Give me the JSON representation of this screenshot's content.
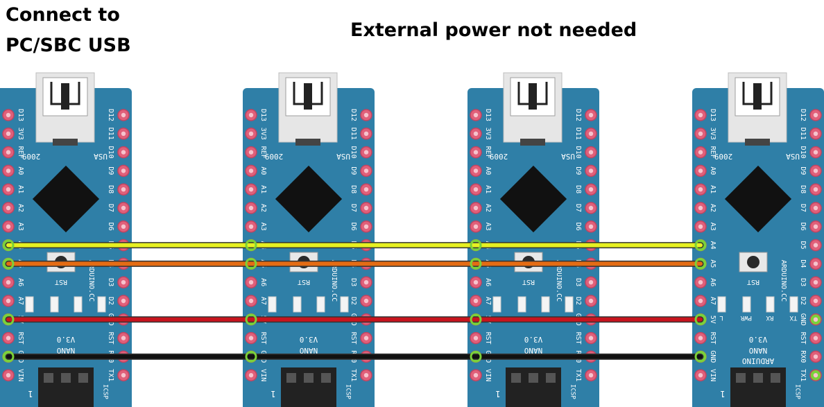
{
  "headings": {
    "left_line1": "Connect to",
    "left_line2": "PC/SBC USB",
    "right": "External power not needed"
  },
  "board_labels": {
    "left_pins": [
      "D13",
      "3V3",
      "REF",
      "A0",
      "A1",
      "A2",
      "A3",
      "A4",
      "A5",
      "A6",
      "A7",
      "5V",
      "RST",
      "GND",
      "VIN"
    ],
    "right_pins": [
      "D12",
      "D11",
      "D10",
      "D9",
      "D8",
      "D7",
      "D6",
      "D5",
      "D4",
      "D3",
      "D2",
      "GND",
      "RST",
      "RX0",
      "TX1"
    ],
    "usb_left": "2009",
    "usb_right": "USA",
    "reset": "RST",
    "site": "ARDUINO.CC",
    "led_labels": [
      "L",
      "PWR",
      "RX",
      "TX"
    ],
    "version": "V3.0",
    "name": "NANO",
    "brand": "ARDUINO",
    "icsp": "ICSP",
    "pin_one": "1"
  },
  "colors": {
    "board": "#2f7fa7",
    "pad": "#e0607a",
    "chip": "#111111",
    "usb": "#e6e6e6",
    "wire_a4": "#e6f021",
    "wire_a5": "#e46c14",
    "wire_5v": "#c8141e",
    "wire_gnd": "#111111",
    "connected_pad": "#7bd13a"
  },
  "wires": [
    {
      "name": "A4",
      "color": "#e6f021"
    },
    {
      "name": "A5",
      "color": "#e46c14"
    },
    {
      "name": "5V",
      "color": "#c8141e"
    },
    {
      "name": "GND",
      "color": "#111111"
    }
  ],
  "boards": [
    {
      "name": "arduino-nano-1",
      "role": "master"
    },
    {
      "name": "arduino-nano-2",
      "role": "slave"
    },
    {
      "name": "arduino-nano-3",
      "role": "slave"
    },
    {
      "name": "arduino-nano-4",
      "role": "slave"
    }
  ]
}
